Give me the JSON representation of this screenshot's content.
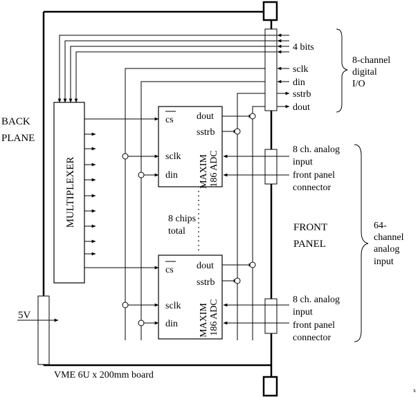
{
  "labels": {
    "back_plane": [
      "BACK",
      "PLANE"
    ],
    "multiplexer": "MULTIPLEXER",
    "four_bits": "4 bits",
    "sclk": "sclk",
    "din": "din",
    "sstrb": "sstrb",
    "dout": "dout",
    "cs": "cs",
    "digital_io": [
      "8-channel",
      "digital",
      "I/O"
    ],
    "adc_maker": "MAXIM",
    "adc_model": "186 ADC",
    "analog_input": [
      "8 ch. analog",
      "input",
      "front panel",
      "connector"
    ],
    "chips_total": [
      "8 chips",
      "total"
    ],
    "front_panel": [
      "FRONT",
      "PANEL"
    ],
    "analog_channels": [
      "64-",
      "channel",
      "analog",
      "input"
    ],
    "voltage": "5V",
    "board": "VME 6U x 200mm board",
    "corner_mark": "x"
  }
}
